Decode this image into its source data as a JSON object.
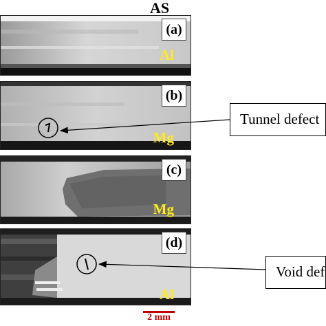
{
  "figure": {
    "side_label": "AS",
    "panels": [
      {
        "letter": "(a)",
        "material": "Al"
      },
      {
        "letter": "(b)",
        "material": "Mg"
      },
      {
        "letter": "(c)",
        "material": "Mg"
      },
      {
        "letter": "(d)",
        "material": "Al"
      }
    ],
    "callouts": [
      {
        "text": "Tunnel defect"
      },
      {
        "text": "Void defect"
      }
    ],
    "scale_bar": "2 mm"
  },
  "colors": {
    "material_label": "#ffeb1a",
    "scale_bar": "#c00000"
  }
}
